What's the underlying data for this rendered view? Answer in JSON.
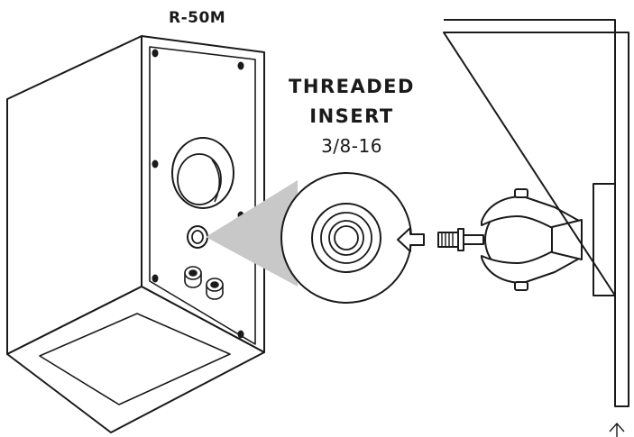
{
  "diagram": {
    "model_label": "R-50M",
    "callout_title_line1": "THREADED",
    "callout_title_line2": "INSERT",
    "callout_spec": "3/8-16"
  },
  "colors": {
    "line": "#1a1a1a",
    "callout_beam": "#c8c8c8",
    "fill": "#ffffff"
  },
  "icons": [
    "arrow-icon",
    "up-arrow-icon"
  ]
}
